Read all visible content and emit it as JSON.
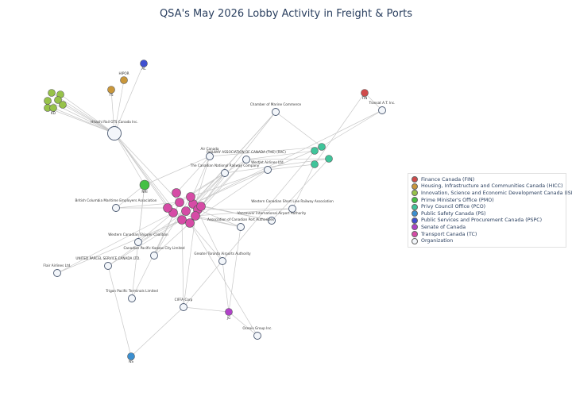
{
  "title": "QSA's May 2026 Lobby Activity in Freight & Ports",
  "legend": [
    {
      "label": "Finance Canada (FIN)",
      "color": "#d04a4a"
    },
    {
      "label": "Housing, Infrastructure and Communities Canada (HICC)",
      "color": "#c9973b"
    },
    {
      "label": "Innovation, Science and Economic Development Canada (ISED)",
      "color": "#97c24a"
    },
    {
      "label": "Prime Minister's Office (PMO)",
      "color": "#44c044"
    },
    {
      "label": "Privy Council Office (PCO)",
      "color": "#3fc49a"
    },
    {
      "label": "Public Safety Canada (PS)",
      "color": "#3b8fd0"
    },
    {
      "label": "Public Services and Procurement Canada (PSPC)",
      "color": "#3f4fd0"
    },
    {
      "label": "Senate of Canada",
      "color": "#b042c8"
    },
    {
      "label": "Transport Canada (TC)",
      "color": "#d64ba6"
    },
    {
      "label": "Organization",
      "color": "#f3f6fa"
    }
  ],
  "chart_data": {
    "type": "network",
    "nodes": [
      {
        "id": "n1",
        "label": "FIN",
        "group": "Finance Canada (FIN)",
        "size": 4.5
      },
      {
        "id": "n2",
        "label": "FS",
        "group": "Housing, Infrastructure and Communities Canada (HICC)",
        "size": 4.5
      },
      {
        "id": "n3",
        "label": "HIPOR",
        "group": "Housing, Infrastructure and Communities Canada (HICC)",
        "size": 4.5
      },
      {
        "id": "n4",
        "label": "",
        "group": "Innovation, Science and Economic Development Canada (ISED)",
        "size": 4.5
      },
      {
        "id": "n5",
        "label": "",
        "group": "Innovation, Science and Economic Development Canada (ISED)",
        "size": 4.5
      },
      {
        "id": "n6",
        "label": "",
        "group": "Innovation, Science and Economic Development Canada (ISED)",
        "size": 4.5
      },
      {
        "id": "n7",
        "label": "",
        "group": "Innovation, Science and Economic Development Canada (ISED)",
        "size": 4.5
      },
      {
        "id": "n8",
        "label": "",
        "group": "Innovation, Science and Economic Development Canada (ISED)",
        "size": 4.5
      },
      {
        "id": "n9",
        "label": "",
        "group": "Innovation, Science and Economic Development Canada (ISED)",
        "size": 4.5
      },
      {
        "id": "n10",
        "label": "KD",
        "group": "Innovation, Science and Economic Development Canada (ISED)",
        "size": 4.5
      },
      {
        "id": "n11",
        "label": "NRI",
        "group": "Prime Minister's Office (PMO)",
        "size": 6
      },
      {
        "id": "n12",
        "label": "",
        "group": "Privy Council Office (PCO)",
        "size": 4.5
      },
      {
        "id": "n13",
        "label": "",
        "group": "Privy Council Office (PCO)",
        "size": 4.5
      },
      {
        "id": "n14",
        "label": "",
        "group": "Privy Council Office (PCO)",
        "size": 4.5
      },
      {
        "id": "n15",
        "label": "",
        "group": "Privy Council Office (PCO)",
        "size": 4.5
      },
      {
        "id": "n16",
        "label": "NS",
        "group": "Public Safety Canada (PS)",
        "size": 4.5
      },
      {
        "id": "n17",
        "label": "AL",
        "group": "Public Services and Procurement Canada (PSPC)",
        "size": 4.5
      },
      {
        "id": "n18",
        "label": "JG",
        "group": "Senate of Canada",
        "size": 4.5
      },
      {
        "id": "n19",
        "label": "",
        "group": "Transport Canada (TC)",
        "size": 5.5
      },
      {
        "id": "n20",
        "label": "",
        "group": "Transport Canada (TC)",
        "size": 5.5
      },
      {
        "id": "n21",
        "label": "",
        "group": "Transport Canada (TC)",
        "size": 5.5
      },
      {
        "id": "n22",
        "label": "",
        "group": "Transport Canada (TC)",
        "size": 5.5
      },
      {
        "id": "n23",
        "label": "",
        "group": "Transport Canada (TC)",
        "size": 5.5
      },
      {
        "id": "n24",
        "label": "",
        "group": "Transport Canada (TC)",
        "size": 5.5
      },
      {
        "id": "n25",
        "label": "",
        "group": "Transport Canada (TC)",
        "size": 5.5
      },
      {
        "id": "n26",
        "label": "",
        "group": "Transport Canada (TC)",
        "size": 5.5
      },
      {
        "id": "n27",
        "label": "",
        "group": "Transport Canada (TC)",
        "size": 5.5
      },
      {
        "id": "n28",
        "label": "",
        "group": "Transport Canada (TC)",
        "size": 5.5
      },
      {
        "id": "n29",
        "label": "",
        "group": "Transport Canada (TC)",
        "size": 5.5
      },
      {
        "id": "n30",
        "label": "",
        "group": "Transport Canada (TC)",
        "size": 5.5
      },
      {
        "id": "o1",
        "label": "Hitachi Rail GTS Canada Inc.",
        "group": "Organization",
        "size": 8.5
      },
      {
        "id": "o2",
        "label": "Chamber of Marine Commerce",
        "group": "Organization",
        "size": 4.5
      },
      {
        "id": "o3",
        "label": "Transat A.T. Inc.",
        "group": "Organization",
        "size": 4.5
      },
      {
        "id": "o4",
        "label": "Air Canada",
        "group": "Organization",
        "size": 4.5
      },
      {
        "id": "o5",
        "label": "RAILWAY ASSOCIATION OF CANADA (THE) (RAC)",
        "group": "Organization",
        "size": 4.5
      },
      {
        "id": "o6",
        "label": "WestJet Airlines Ltd.",
        "group": "Organization",
        "size": 4.5
      },
      {
        "id": "o7",
        "label": "The Canadian National Railway Company",
        "group": "Organization",
        "size": 4.5
      },
      {
        "id": "o8",
        "label": "British Columbia Maritime Employers Association",
        "group": "Organization",
        "size": 4.5
      },
      {
        "id": "o9",
        "label": "Western Canadian Short Line Railway Association",
        "group": "Organization",
        "size": 4.5
      },
      {
        "id": "o10",
        "label": "Vancouver International Airport Authority",
        "group": "Organization",
        "size": 4.5
      },
      {
        "id": "o11",
        "label": "Association of Canadian Port Authorities",
        "group": "Organization",
        "size": 4.5
      },
      {
        "id": "o12",
        "label": "Western Canadian Shipper Coalition",
        "group": "Organization",
        "size": 4.5
      },
      {
        "id": "o13",
        "label": "Canadian Pacific Kansas City Limited",
        "group": "Organization",
        "size": 4.5
      },
      {
        "id": "o14",
        "label": "UNITED PARCEL SERVICE CANADA LTD.",
        "group": "Organization",
        "size": 4.5
      },
      {
        "id": "o15",
        "label": "Greater Toronto Airports Authority",
        "group": "Organization",
        "size": 4.5
      },
      {
        "id": "o16",
        "label": "Flair Airlines Ltd.",
        "group": "Organization",
        "size": 4.5
      },
      {
        "id": "o17",
        "label": "Trigon Pacific Terminals Limited",
        "group": "Organization",
        "size": 4.5
      },
      {
        "id": "o18",
        "label": "CIFFA Corp",
        "group": "Organization",
        "size": 4.5
      },
      {
        "id": "o19",
        "label": "Oceaix Group Inc.",
        "group": "Organization",
        "size": 4.5
      }
    ]
  }
}
